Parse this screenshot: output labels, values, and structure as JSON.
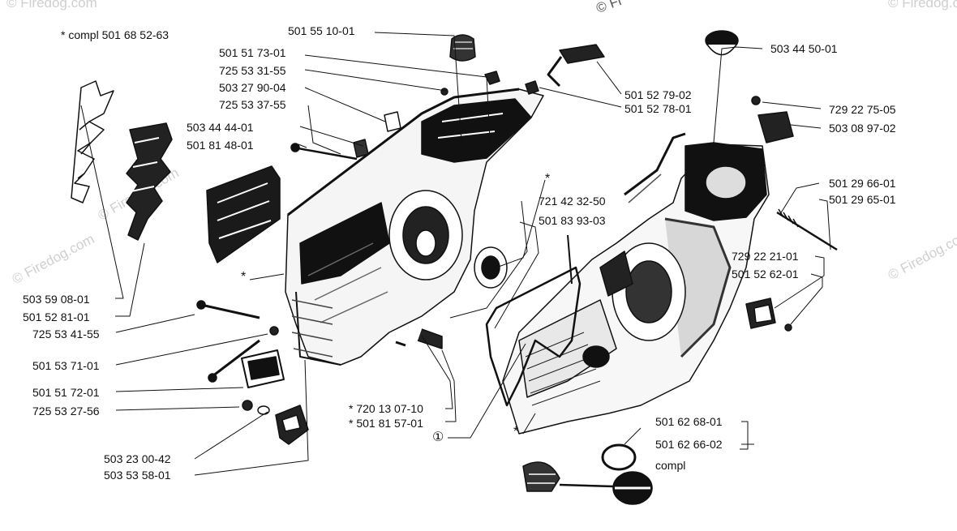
{
  "header_note": "* compl 501 68 52-63",
  "watermarks": [
    "© Firedog.com",
    "© Firedog.com",
    "© Firedog.com",
    "© Firedog.com",
    "© Firedog.com",
    "© Fi"
  ],
  "labels": {
    "l01": "501 55 10-01",
    "l02": "501 51 73-01",
    "l03": "725 53 31-55",
    "l04": "503 27 90-04",
    "l05": "725 53 37-55",
    "l06": "503 44 44-01",
    "l07": "501 81 48-01",
    "l08": "501 52 79-02",
    "l09": "501 52 78-01",
    "l10": "503 44 50-01",
    "l11": "729 22 75-05",
    "l12": "503 08 97-02",
    "l13": "501 29 66-01",
    "l14": "501 29 65-01",
    "l15": "721 42 32-50",
    "l16": "501 83 93-03",
    "l17": "729 22 21-01",
    "l18": "501 52 62-01",
    "l19": "503 59 08-01",
    "l20": "501 52 81-01",
    "l21": "725 53 41-55",
    "l22": "501 53 71-01",
    "l23": "501 51 72-01",
    "l24": "725 53 27-56",
    "l25": "503 23 00-42",
    "l26": "503 53 58-01",
    "l27": "* 720 13 07-10",
    "l28": "* 501 81 57-01",
    "l29": "501 62 68-01",
    "l30": "501 62 66-02",
    "l31": "compl",
    "mark_star": "*",
    "mark_circle1": "①"
  }
}
